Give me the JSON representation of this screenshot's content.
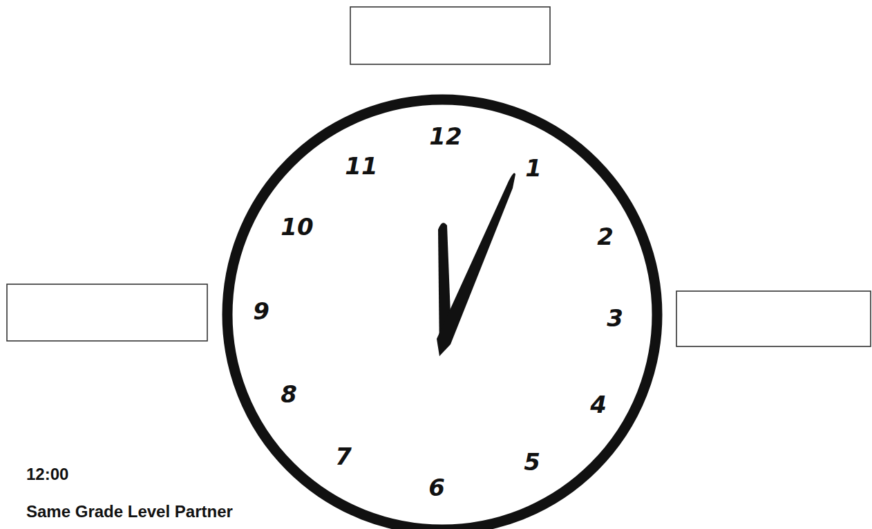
{
  "diagram": {
    "labels": [
      "12",
      "1",
      "2",
      "3",
      "4",
      "5",
      "6",
      "7",
      "8",
      "9",
      "10",
      "11",
      "12:00",
      "Same Grade Level Partner"
    ]
  }
}
